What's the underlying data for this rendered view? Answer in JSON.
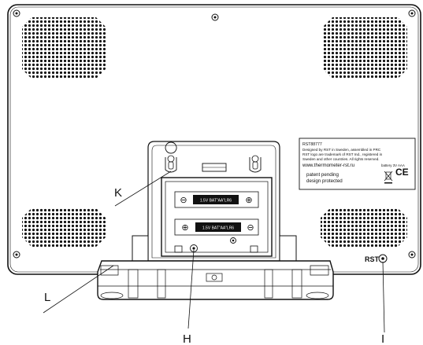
{
  "callouts": {
    "k": "K",
    "l": "L",
    "h": "H",
    "i": "I"
  },
  "product_label": {
    "model": "RST88777",
    "line1": "Designed by RST in Sweden, assembled in PRC",
    "line2": "RST logo are trademark of RST Ind., registered in",
    "line3": "Sweden and other countries. All rights reserved.",
    "website": "www.thermometer-rst.ru",
    "battery_note": "battery 3V AAA",
    "patent_line1": "patent  pending",
    "patent_line2": "design protected",
    "ce_mark": "CE"
  },
  "battery_slots": {
    "top": "1.5V BAT”AA”LR6",
    "bottom": "1.5V BAT”AA”LR6",
    "plus": "⊕",
    "minus": "⊖"
  },
  "brand_mark": "RST",
  "colors": {
    "line": "#111111",
    "housing": "#ffffff"
  }
}
